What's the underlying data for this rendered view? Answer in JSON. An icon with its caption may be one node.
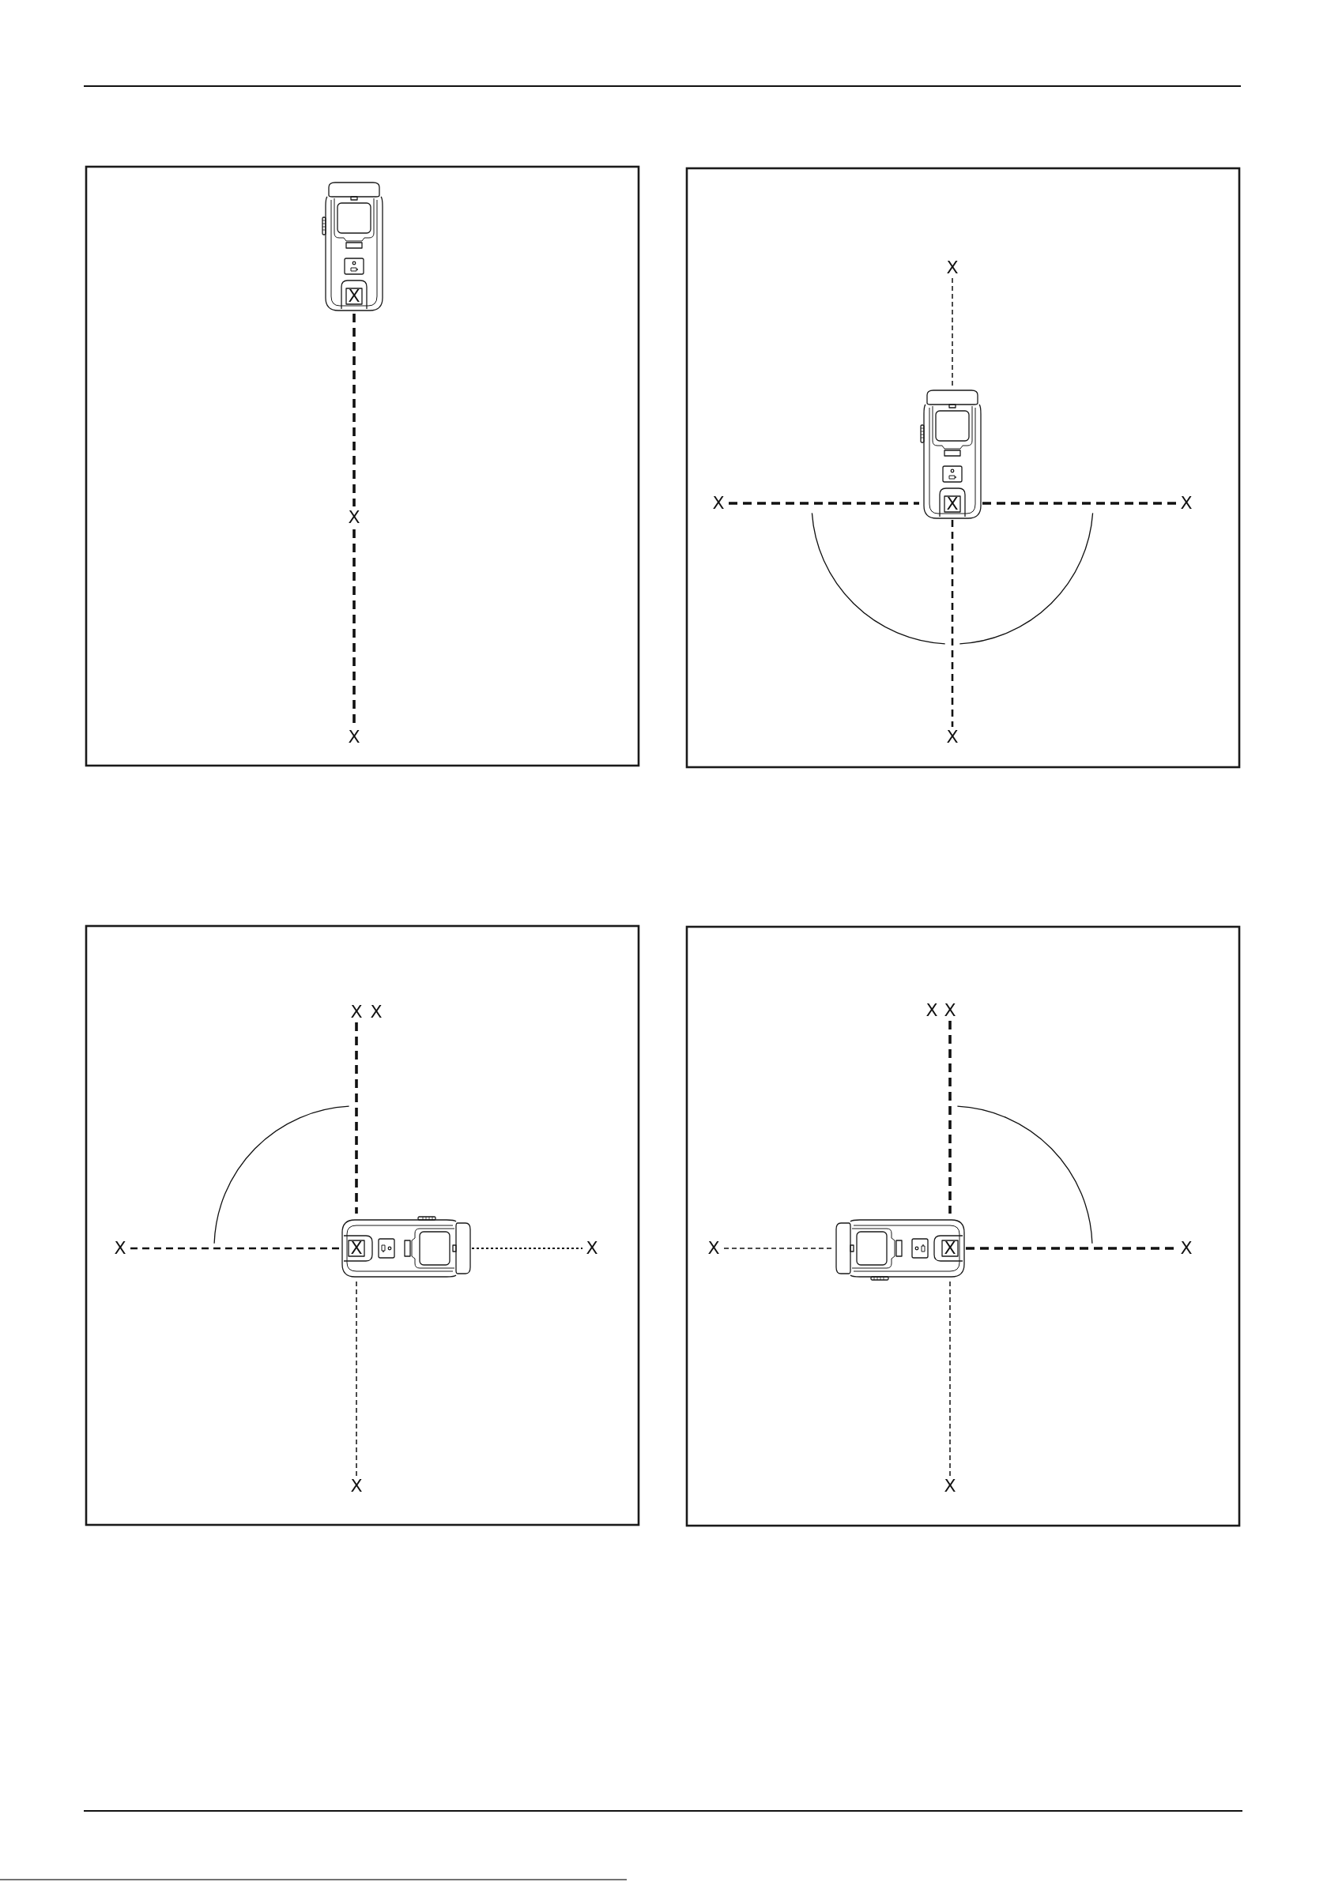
{
  "diagram": {
    "labels": [
      "X",
      "X",
      "X",
      "X",
      "X",
      "X",
      "X",
      "X",
      "X",
      "X",
      "X",
      "X",
      "X",
      "X",
      "X",
      "X",
      "X",
      "X",
      "X",
      "X"
    ]
  }
}
